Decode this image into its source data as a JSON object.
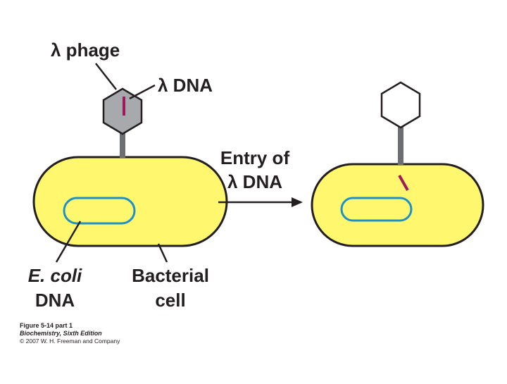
{
  "labels": {
    "phage": "λ phage",
    "lambda_dna": "λ DNA",
    "entry_line1": "Entry of",
    "entry_line2": "λ DNA",
    "ecoli_line1": "E. coli",
    "ecoli_line2": "DNA",
    "bacterial_line1": "Bacterial",
    "bacterial_line2": "cell"
  },
  "caption": {
    "figure": "Figure 5-14 part 1",
    "book": "Biochemistry, Sixth Edition",
    "copyright": "© 2007 W. H. Freeman and Company"
  },
  "colors": {
    "cell_fill": "#fff86e",
    "cell_outline": "#231f20",
    "ecoli_dna": "#1e90c8",
    "lambda_dna": "#a0195a",
    "phage_head_left": "#a7a9ac",
    "phage_head_right": "#ffffff",
    "phage_tail": "#6d6e71"
  }
}
